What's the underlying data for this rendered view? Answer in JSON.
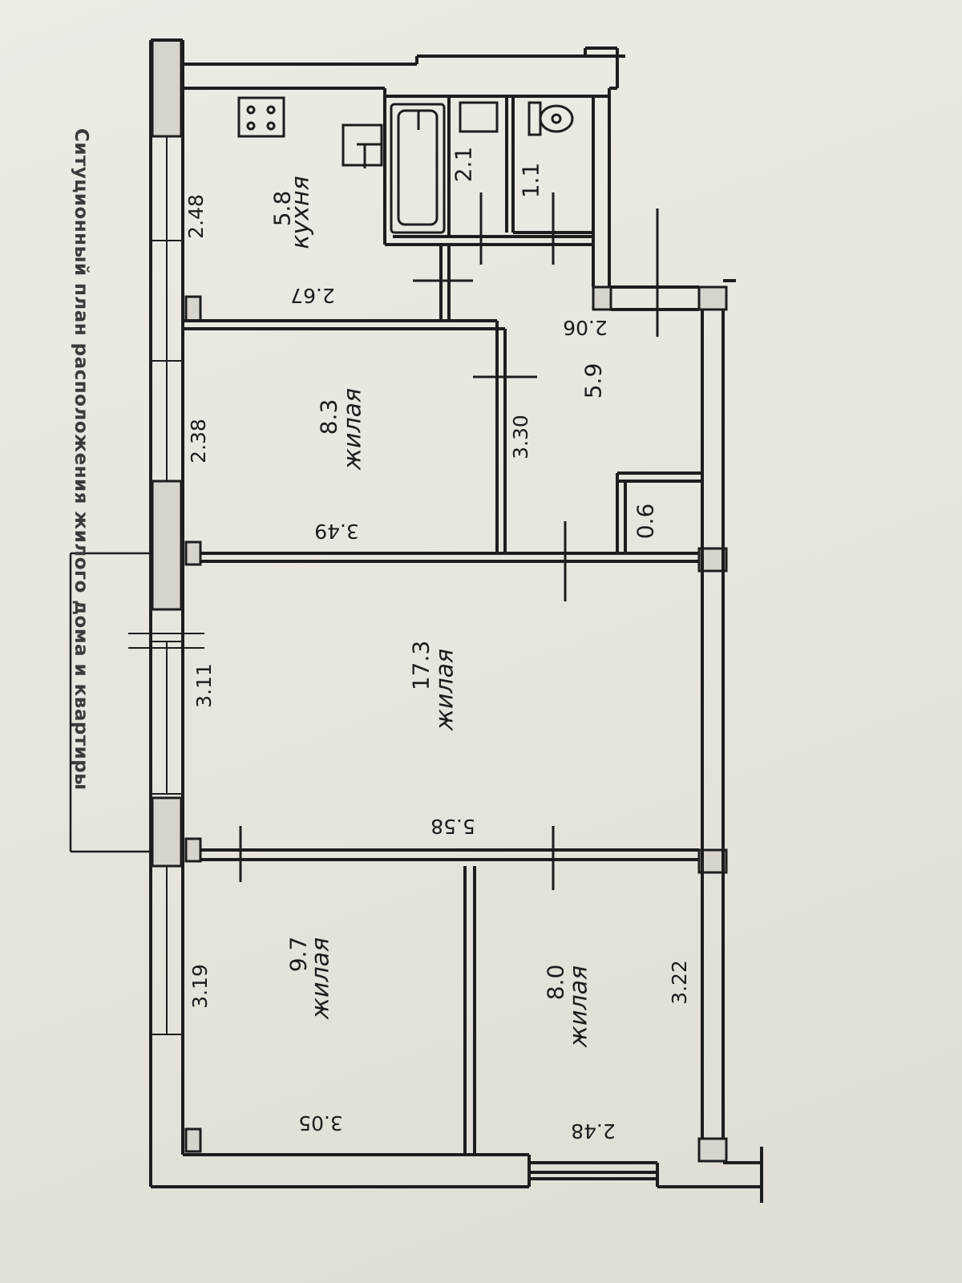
{
  "title": "Ситуционный  план  расположения жилого дома и квартиры",
  "rooms": {
    "kitchen": {
      "name": "кухня",
      "area": "5.8"
    },
    "bedroom_small": {
      "name": "жилая",
      "area": "8.3"
    },
    "living": {
      "name": "жилая",
      "area": "17.3"
    },
    "bedroom_left": {
      "name": "жилая",
      "area": "9.7"
    },
    "bedroom_right": {
      "name": "жилая",
      "area": "8.0"
    },
    "hall": {
      "area": "5.9"
    },
    "closet": {
      "area": "0.6"
    },
    "bathroom": {
      "area": "2.1"
    },
    "toilet": {
      "area": "1.1"
    }
  },
  "dimensions": {
    "kitchen_width": "2.48",
    "kitchen_length": "2.67",
    "hall_width": "2.06",
    "bedroom_small_width": "2.38",
    "bedroom_small_length": "3.49",
    "bedroom_small_depth": "3.30",
    "living_width": "3.11",
    "living_length": "5.58",
    "bedroom_left_width": "3.19",
    "bedroom_left_length": "3.05",
    "bedroom_right_width": "3.22",
    "bedroom_right_length": "2.48"
  }
}
